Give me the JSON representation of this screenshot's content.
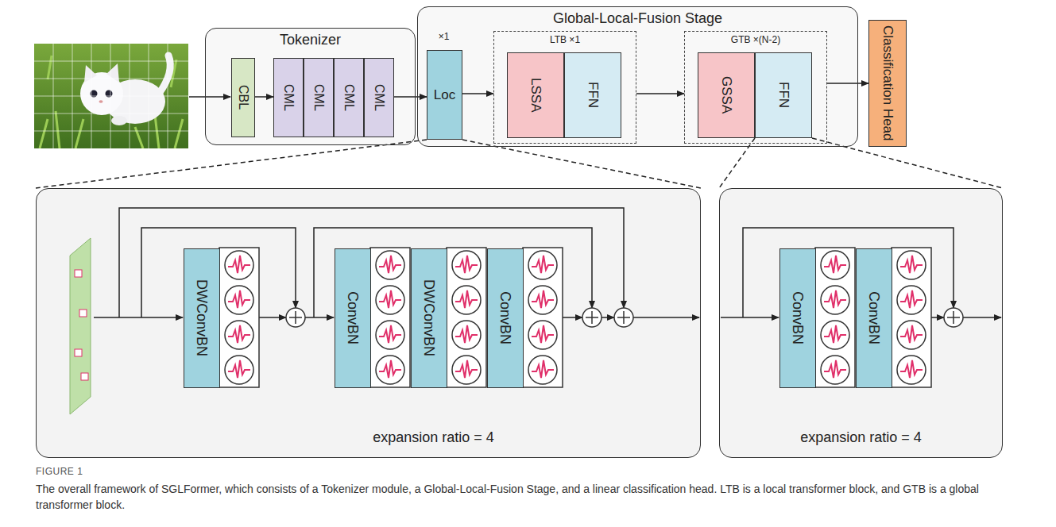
{
  "diagram": {
    "caption": "The overall framework of SGLFormer, which consists of a Tokenizer module, a Global-Local-Fusion Stage, and a linear classification head. LTB is a local transformer block, and GTB is a global transformer block.",
    "nodes": [
      {
        "text": [
          "Tokenizer"
        ]
      },
      {
        "text": [
          "CBL"
        ],
        "in": 0
      },
      {
        "text": [
          "CML"
        ],
        "in": 0
      },
      {
        "text": [
          "CML"
        ],
        "in": 0
      },
      {
        "text": [
          "CML"
        ],
        "in": 0
      },
      {
        "text": [
          "CML"
        ],
        "in": 0
      },
      {
        "text": [
          "Global-Local-Fusion Stage"
        ]
      },
      {
        "text": [
          "Loc"
        ],
        "in": 6
      },
      {
        "text": [
          "LTB ×1"
        ],
        "in": 6
      },
      {
        "text": [
          "LSSA"
        ],
        "in": 8
      },
      {
        "text": [
          "FFN"
        ],
        "in": 8
      },
      {
        "text": [
          "GTB ×(N-2)"
        ],
        "in": 6
      },
      {
        "text": [
          "GSSA"
        ],
        "in": 11
      },
      {
        "text": [
          "FFN"
        ],
        "in": 11
      },
      {
        "text": [
          "Classification Head"
        ]
      },
      {
        "text": [
          "expansion ratio = 4"
        ]
      },
      {
        "text": [
          "DWConvBN"
        ],
        "in": 15
      },
      {
        "text": [
          "ConvBN"
        ],
        "in": 15
      },
      {
        "text": [
          "DWConvBN"
        ],
        "in": 15
      },
      {
        "text": [
          "ConvBN"
        ],
        "in": 15
      },
      {
        "text": [
          "expansion ratio = 4"
        ]
      },
      {
        "text": [
          "ConvBN"
        ],
        "in": 20
      },
      {
        "text": [
          "ConvBN"
        ],
        "in": 20
      }
    ],
    "edges": [
      {
        "from": 1,
        "to": 2,
        "arrow": "to"
      },
      {
        "from": 5,
        "to": 7,
        "arrow": "to"
      },
      {
        "from": 7,
        "to": 8,
        "arrow": "to"
      },
      {
        "from": 8,
        "to": 11,
        "arrow": "to"
      },
      {
        "from": 11,
        "to": 14,
        "arrow": "to"
      },
      {
        "from": 7,
        "to": 15,
        "arrow": "none"
      },
      {
        "from": 13,
        "to": 20,
        "arrow": "none"
      }
    ],
    "labels": [
      "×1",
      "FIGURE 1"
    ]
  }
}
